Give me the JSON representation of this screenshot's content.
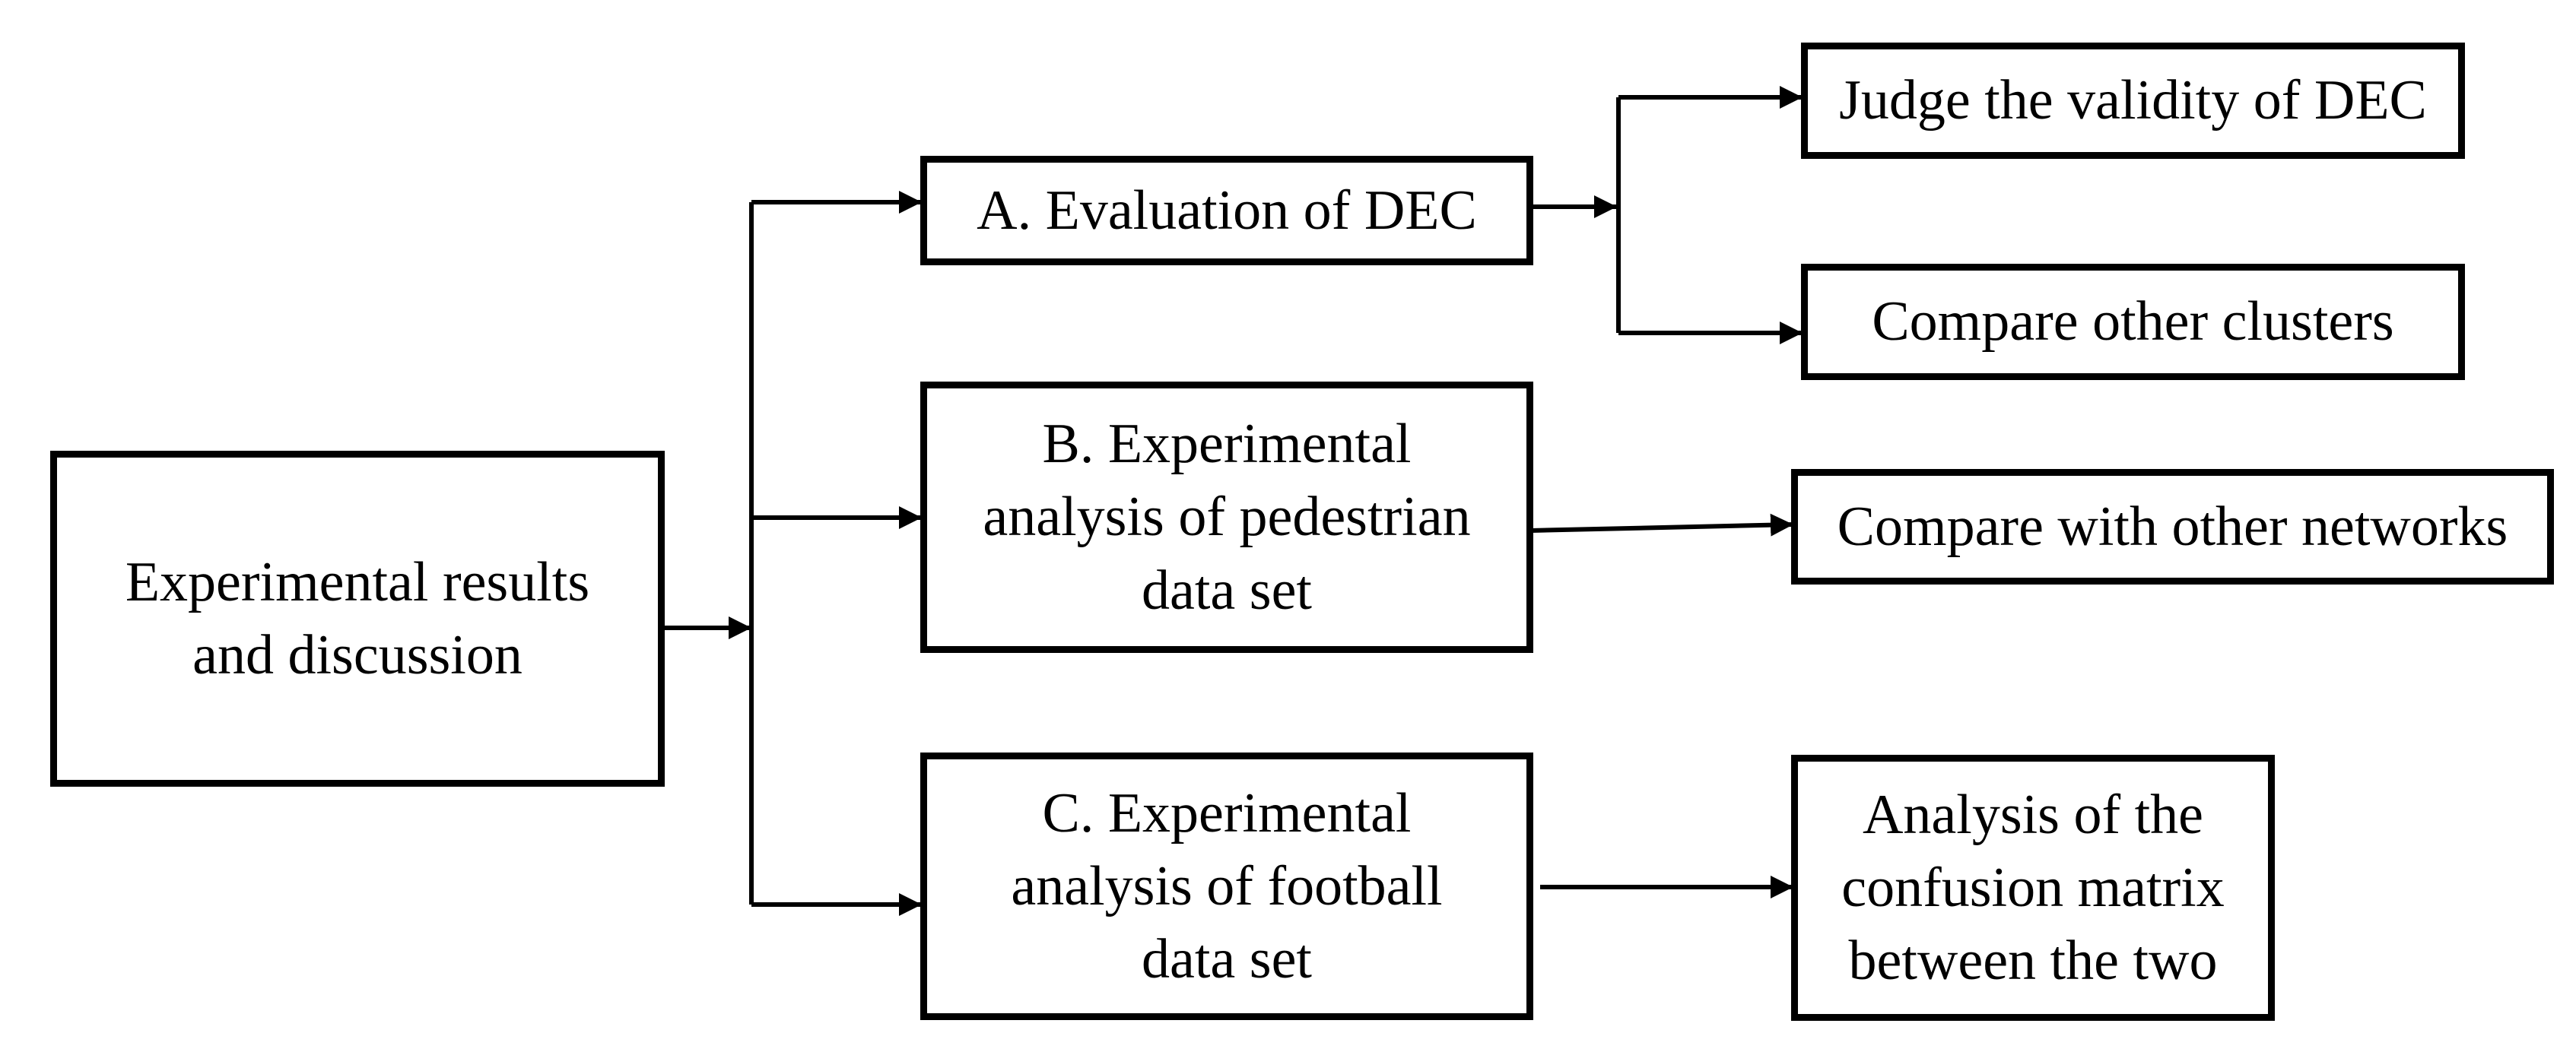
{
  "root": {
    "lines": [
      "Experimental results",
      "and discussion"
    ]
  },
  "sections": [
    {
      "id": "a",
      "lines": [
        "A. Evaluation of DEC"
      ],
      "outcomes": [
        {
          "lines": [
            "Judge the validity of DEC"
          ]
        },
        {
          "lines": [
            "Compare other clusters"
          ]
        }
      ]
    },
    {
      "id": "b",
      "lines": [
        "B. Experimental",
        "analysis of pedestrian",
        "data set"
      ],
      "outcomes": [
        {
          "lines": [
            "Compare with other networks"
          ]
        }
      ]
    },
    {
      "id": "c",
      "lines": [
        "C. Experimental",
        "analysis of football",
        "data set"
      ],
      "outcomes": [
        {
          "lines": [
            "Analysis of the",
            "confusion matrix",
            "between the two"
          ]
        }
      ]
    }
  ],
  "colors": {
    "stroke": "#000000",
    "background": "#ffffff"
  }
}
